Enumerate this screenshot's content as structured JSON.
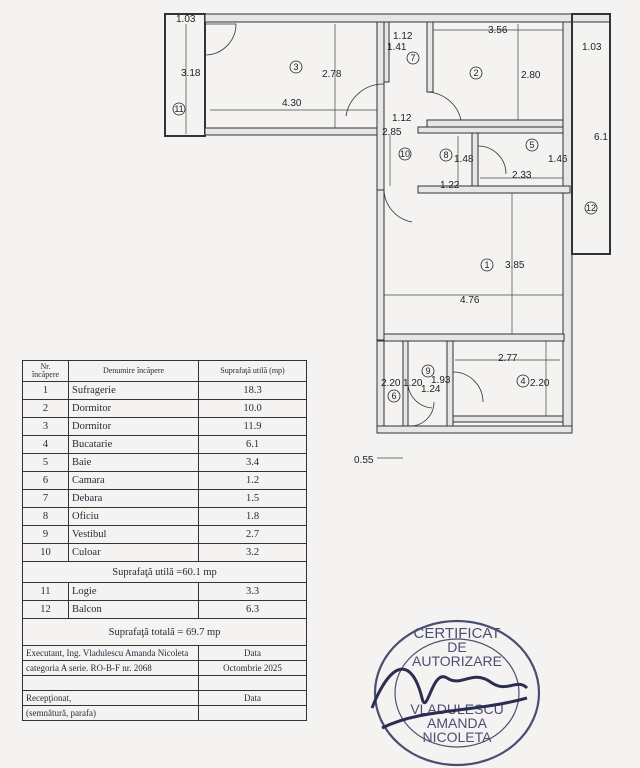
{
  "plan": {
    "dimensions": [
      "1.03",
      "3.18",
      "2.78",
      "4.30",
      "1.12",
      "1.41",
      "3.56",
      "2.80",
      "1.03",
      "6.1",
      "1.12",
      "2.85",
      "1.48",
      "1.46",
      "1.22",
      "2.33",
      "3.85",
      "4.76",
      "2.77",
      "2.20",
      "1.20",
      "1.93",
      "1.24",
      "2.20",
      "0.55"
    ],
    "room_numbers": [
      "1",
      "2",
      "3",
      "4",
      "5",
      "6",
      "7",
      "8",
      "9",
      "10",
      "11",
      "12"
    ]
  },
  "table": {
    "headers": {
      "nr": "Nr. încăpere",
      "name": "Denumire încăpere",
      "area": "Suprafaţă utilă (mp)"
    },
    "rooms": [
      {
        "nr": "1",
        "name": "Sufragerie",
        "area": "18.3"
      },
      {
        "nr": "2",
        "name": "Dormitor",
        "area": "10.0"
      },
      {
        "nr": "3",
        "name": "Dormitor",
        "area": "11.9"
      },
      {
        "nr": "4",
        "name": "Bucatarie",
        "area": "6.1"
      },
      {
        "nr": "5",
        "name": "Baie",
        "area": "3.4"
      },
      {
        "nr": "6",
        "name": "Camara",
        "area": "1.2"
      },
      {
        "nr": "7",
        "name": "Debara",
        "area": "1.5"
      },
      {
        "nr": "8",
        "name": "Oficiu",
        "area": "1.8"
      },
      {
        "nr": "9",
        "name": "Vestibul",
        "area": "2.7"
      },
      {
        "nr": "10",
        "name": "Culoar",
        "area": "3.2"
      }
    ],
    "useful_total": "Suprafaţă utilă =60.1 mp",
    "extra_rooms": [
      {
        "nr": "11",
        "name": "Logie",
        "area": "3.3"
      },
      {
        "nr": "12",
        "name": "Balcon",
        "area": "6.3"
      }
    ],
    "grand_total": "Suprafaţă totală = 69.7 mp",
    "executant_label": "Executant, Ing. Vladulescu Amanda Nicoleta",
    "date_label": "Data",
    "category": "categoria A serie. RO-B-F nr. 2068",
    "date_value": "Octombrie 2025",
    "receptionat": "Recepţionat,",
    "date_label2": "Data",
    "signature_label": "(semnătură, parafa)"
  },
  "stamp": {
    "line1": "CERTIFICAT",
    "line2": "DE",
    "line3": "AUTORIZARE",
    "line4": "VLADULESCU",
    "line5": "AMANDA",
    "line6": "NICOLETA",
    "colour": "#4a4f72"
  }
}
